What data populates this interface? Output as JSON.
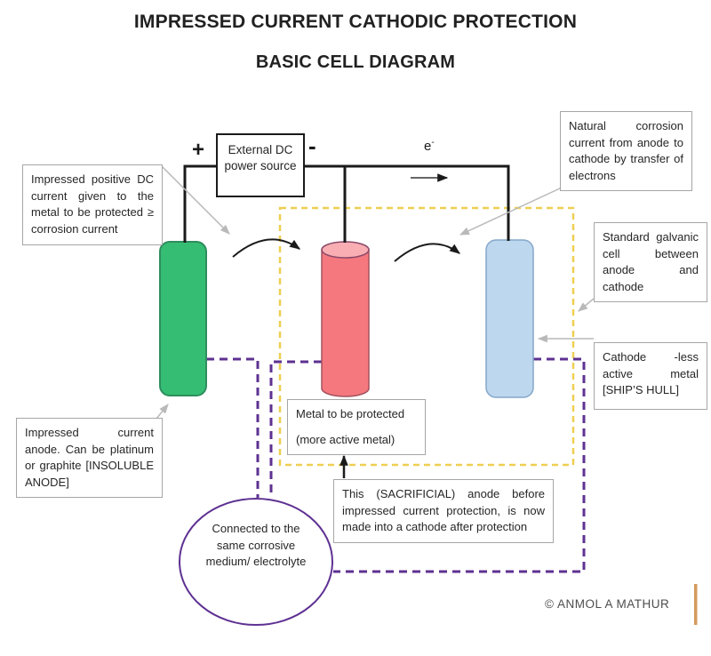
{
  "titles": {
    "main": "IMPRESSED CURRENT CATHODIC PROTECTION",
    "sub": "BASIC CELL DIAGRAM"
  },
  "power_source": {
    "label": "External DC power source",
    "plus": "+",
    "minus": "-"
  },
  "electron": {
    "base": "e",
    "sup": "-"
  },
  "callouts": {
    "impressed_positive": "Impressed positive DC current given to the metal to be protected ≥ corrosion current",
    "natural_corrosion": "Natural corrosion current from anode to cathode by transfer of electrons",
    "standard_galvanic": "Standard galvanic cell between anode and cathode",
    "cathode": "Cathode -less active metal [SHIP’S HULL]",
    "impressed_anode": "Impressed current anode. Can be platinum or graphite [INSOLUBLE ANODE]",
    "metal_protected": {
      "line1": "Metal to be protected",
      "line2": "(more active metal)"
    },
    "sacrificial": "This (SACRIFICIAL) anode before impressed current protection, is now made into a cathode after protection",
    "electrolyte": "Connected to the same corrosive medium/ electrolyte"
  },
  "footer": {
    "copyright": "© ANMOL A MATHUR"
  },
  "colors": {
    "anode_green": "#35bd73",
    "metal_red": "#f5787e",
    "metal_red_top": "#f8aeb2",
    "cathode_blue": "#bdd7ee",
    "galvanic_yellow": "#eecf52",
    "electrolyte_purple": "#5e3192",
    "accent_orange": "#d49a5e",
    "wire_black": "#1a1a1a",
    "leader_gray": "#b9b9b9"
  }
}
